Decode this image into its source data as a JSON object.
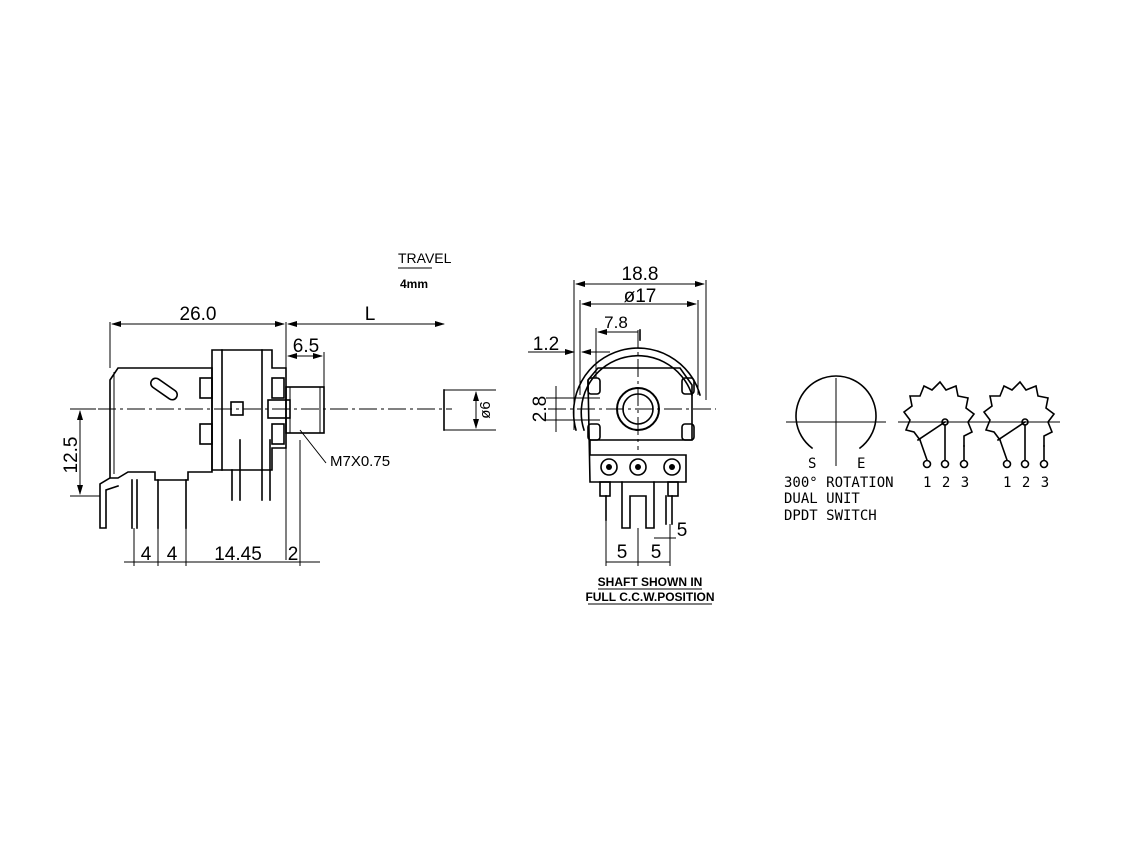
{
  "side_view": {
    "travel_label": "TRAVEL",
    "travel_value": "4mm",
    "dim_overall_length": "26.0",
    "dim_shaft_length": "L",
    "dim_thread_length": "6.5",
    "dim_height": "12.5",
    "dim_shaft_dia": "ø6",
    "thread_spec": "M7X0.75",
    "dim_pin_1": "4",
    "dim_pin_2": "4",
    "dim_pin_3": "14.45",
    "dim_pin_4": "2"
  },
  "front_view": {
    "dim_width": "18.8",
    "dim_body_dia": "ø17",
    "dim_key_offset": "7.8",
    "dim_key_width": "1.2",
    "dim_key_height": "2.8",
    "dim_pin_spacing_1": "5",
    "dim_pin_spacing_2": "5",
    "dim_pin_row": "5",
    "note_line_1": "SHAFT SHOWN IN",
    "note_line_2": "FULL C.C.W.POSITION"
  },
  "schematic": {
    "start_label": "S",
    "end_label": "E",
    "spec_line_1": "300° ROTATION",
    "spec_line_2": "DUAL UNIT",
    "spec_line_3": "DPDT SWITCH",
    "unit1_pins": "1 2 3",
    "unit2_pins": "1 2 3"
  }
}
